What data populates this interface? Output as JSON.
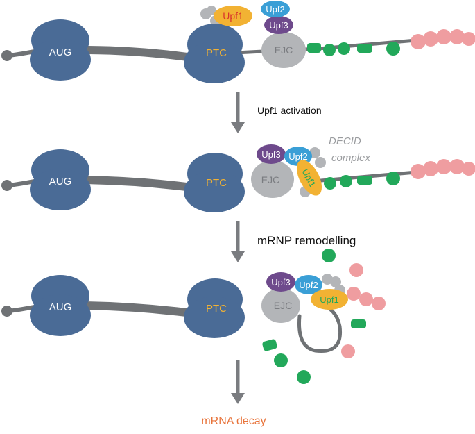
{
  "colors": {
    "ribosome": "#4a6b96",
    "ptc_text": "#f2b233",
    "ejc": "#b3b5b8",
    "ejc_text": "#7a7c80",
    "upf1": "#f2b233",
    "upf1_text": "#d9342b",
    "upf2": "#3a9fd6",
    "upf3": "#6e4a8c",
    "green": "#22a85a",
    "pink": "#ef9da0",
    "mrna": "#6f7275",
    "grey_bead": "#b3b5b8",
    "arrow": "#7a7c80",
    "decid": "#9a9c9f",
    "decay": "#e8733a"
  },
  "labels": {
    "aug": "AUG",
    "ptc": "PTC",
    "ejc": "EJC",
    "upf1": "Upf1",
    "upf2": "Upf2",
    "upf3": "Upf3",
    "decid_line1": "DECID",
    "decid_line2": "complex"
  },
  "steps": [
    {
      "label": "Upf1 activation"
    },
    {
      "label": "mRNP remodelling"
    }
  ],
  "outcome": "mRNA decay"
}
